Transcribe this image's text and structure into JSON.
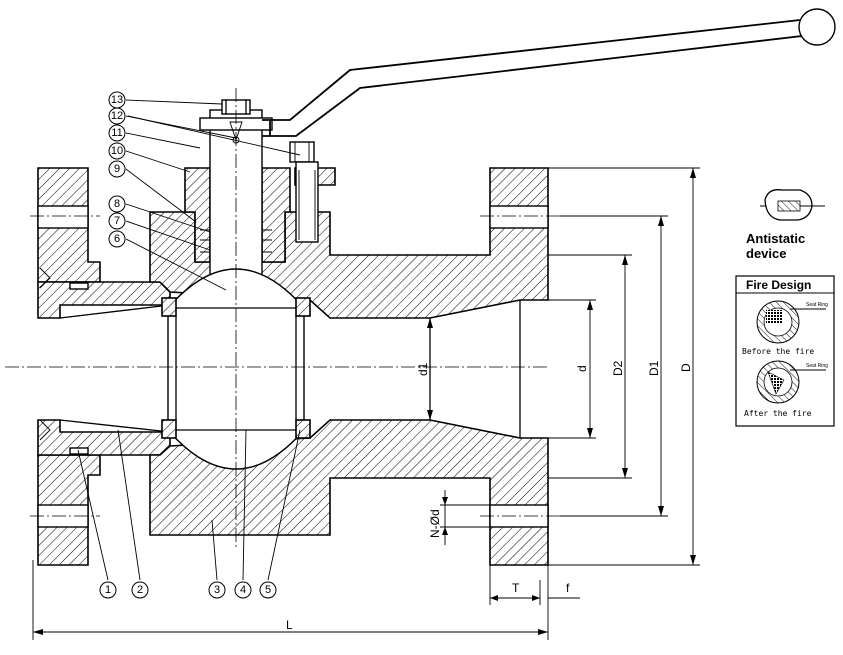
{
  "callouts": [
    "1",
    "2",
    "3",
    "4",
    "5",
    "6",
    "7",
    "8",
    "9",
    "10",
    "11",
    "12",
    "13"
  ],
  "dimensions": {
    "L": "L",
    "D": "D",
    "D1": "D1",
    "D2": "D2",
    "d": "d",
    "d1": "d1",
    "N_d": "N-Ød",
    "T": "T",
    "f": "f"
  },
  "antistatic": {
    "line1": "Antistatic",
    "line2": "device"
  },
  "fire_design": {
    "title": "Fire Design",
    "seat_ring": "Seat Ring",
    "before": "Before the fire",
    "after": "After the fire"
  }
}
